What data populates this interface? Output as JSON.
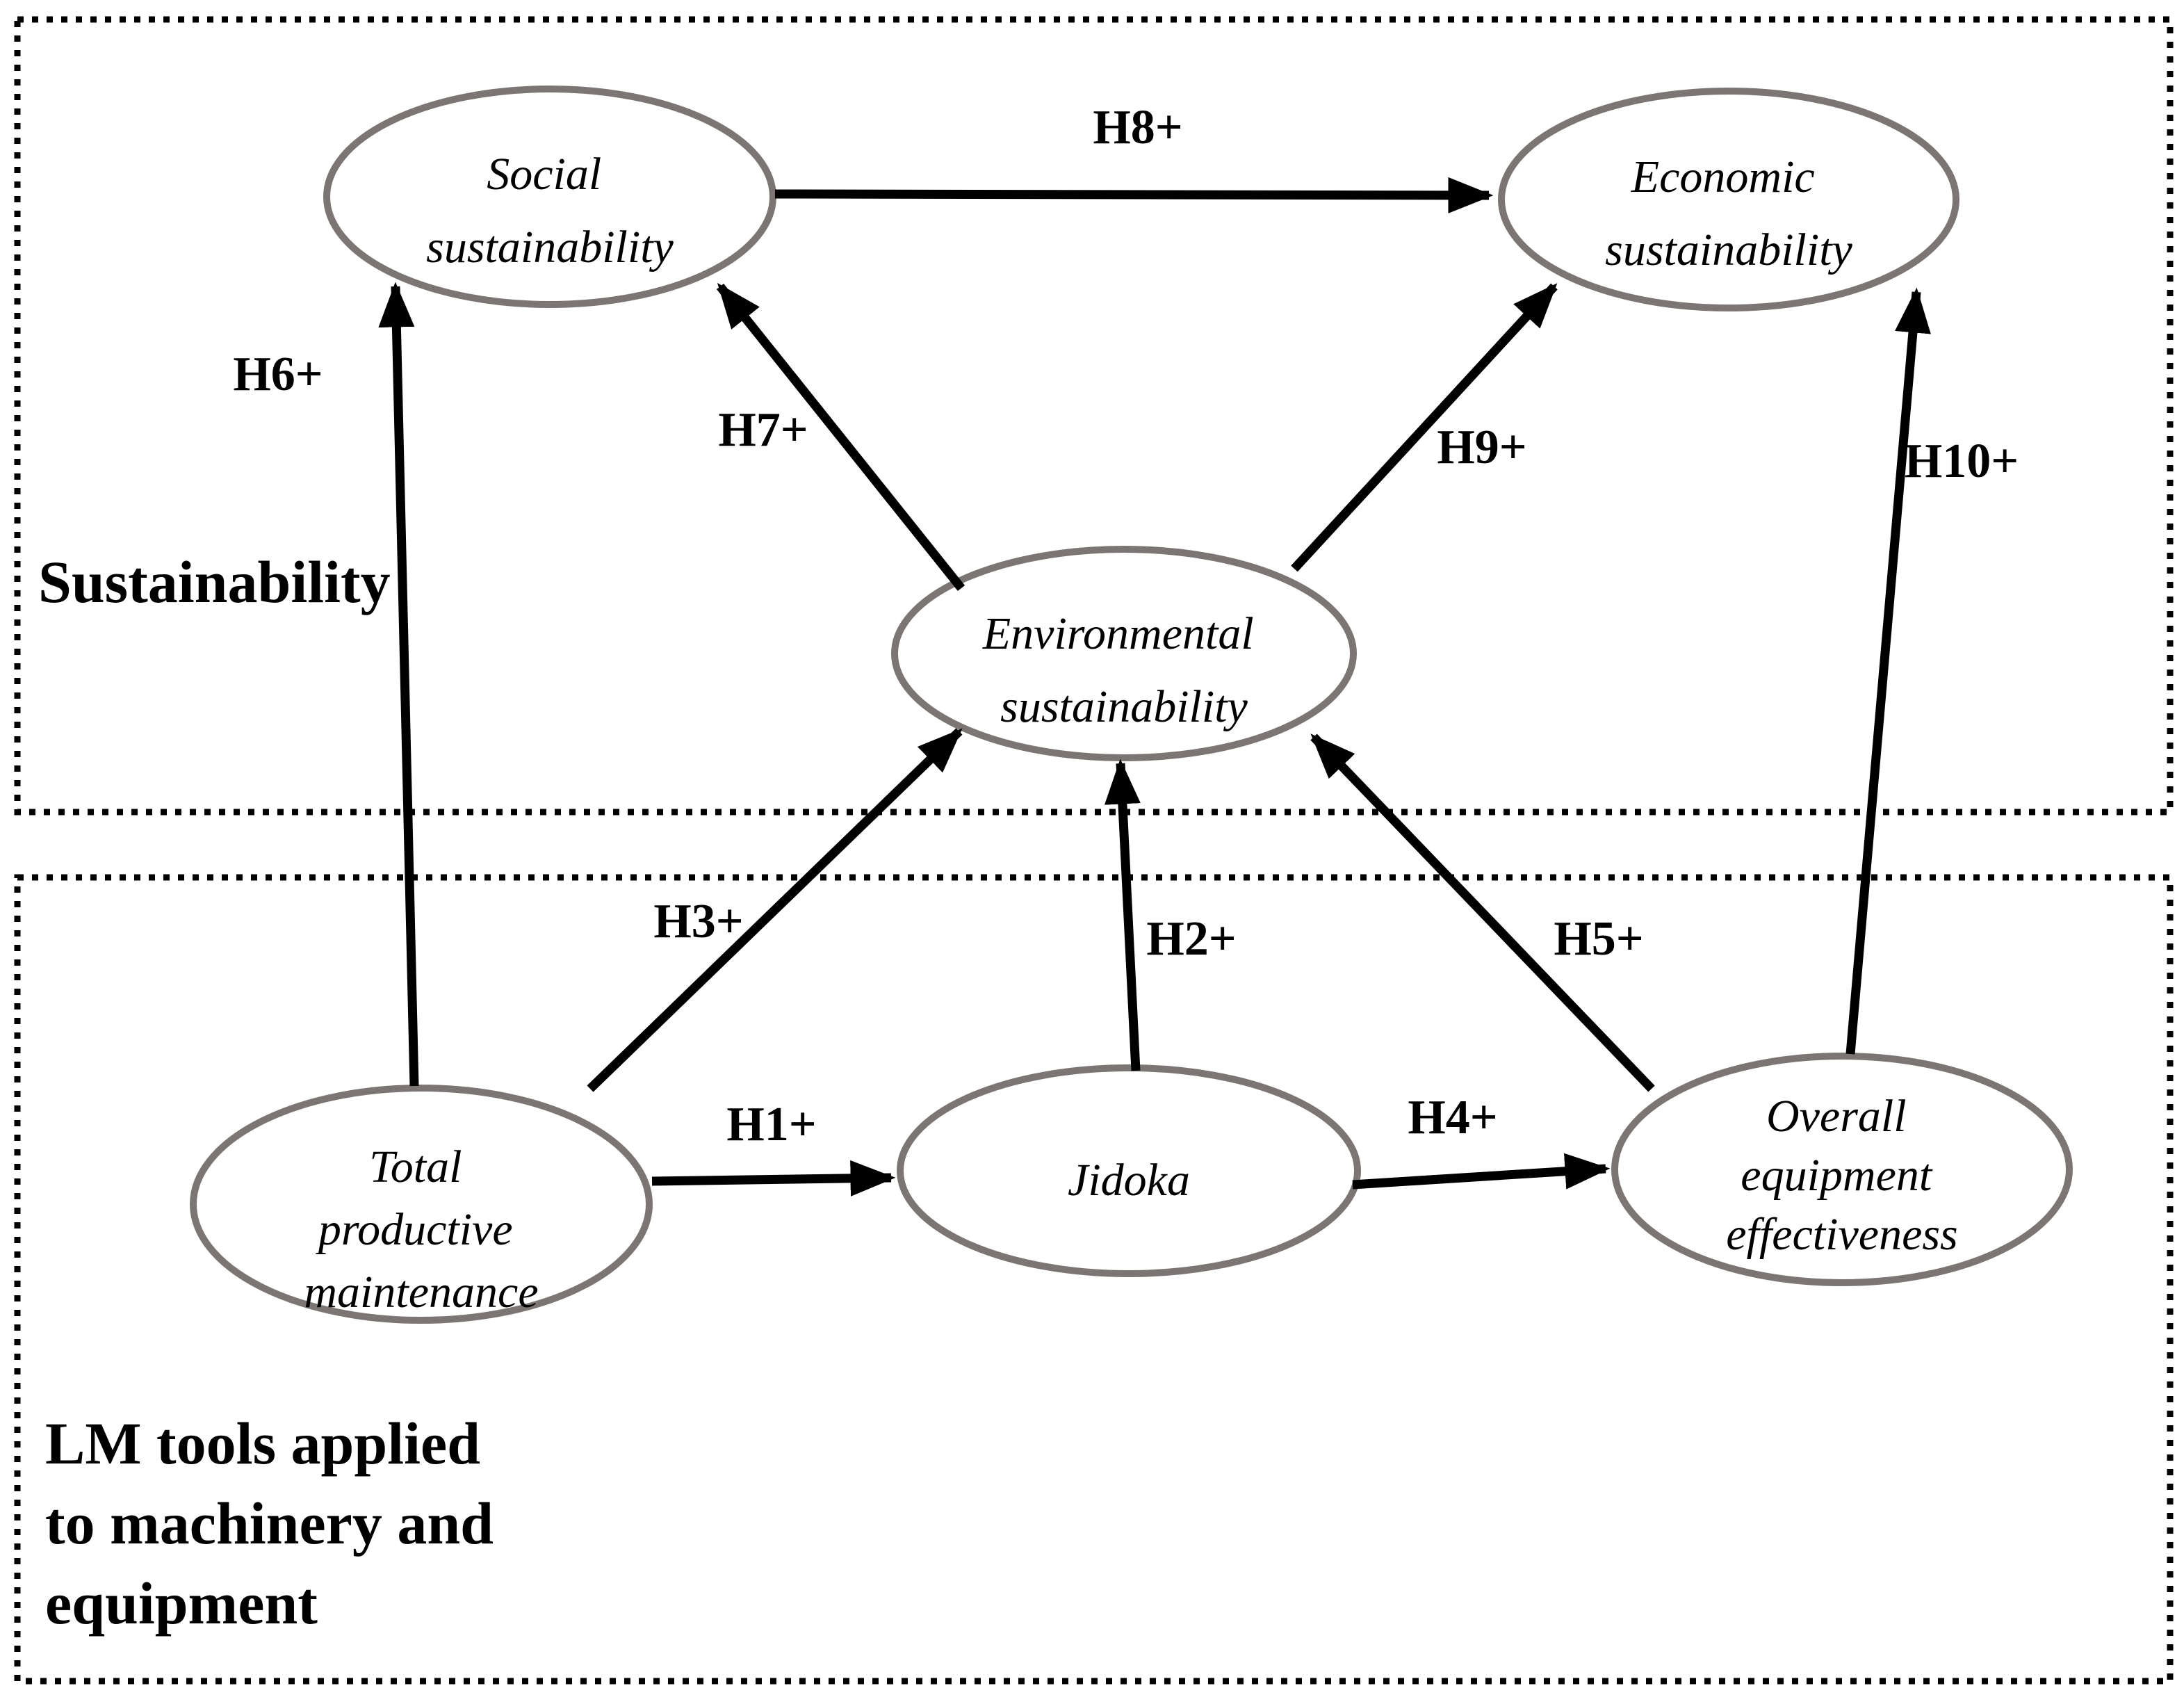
{
  "figure": {
    "background": "#ffffff",
    "colors": {
      "ellipse_stroke": "#7b7674",
      "arrow": "#000000",
      "box_border": "#000000",
      "text": "#000000"
    }
  },
  "groups": {
    "sustainability": {
      "label": "Sustainability"
    },
    "lm_tools": {
      "lines": [
        "LM tools applied",
        "to machinery and",
        "equipment"
      ]
    }
  },
  "nodes": {
    "social": {
      "lines": [
        "Social",
        "sustainability"
      ]
    },
    "economic": {
      "lines": [
        "Economic",
        "sustainability"
      ]
    },
    "environmental": {
      "lines": [
        "Environmental",
        "sustainability"
      ]
    },
    "total_productive_maintenance": {
      "lines": [
        "Total",
        "productive",
        "maintenance"
      ]
    },
    "jidoka": {
      "lines": [
        "Jidoka"
      ]
    },
    "overall_equipment_effectiveness": {
      "lines": [
        "Overall",
        "equipment",
        "effectiveness"
      ]
    }
  },
  "hypotheses": {
    "h1": "H1+",
    "h2": "H2+",
    "h3": "H3+",
    "h4": "H4+",
    "h5": "H5+",
    "h6": "H6+",
    "h7": "H7+",
    "h8": "H8+",
    "h9": "H9+",
    "h10": "H10+"
  },
  "edges": [
    {
      "id": "h1",
      "from": "total_productive_maintenance",
      "to": "jidoka"
    },
    {
      "id": "h2",
      "from": "jidoka",
      "to": "environmental"
    },
    {
      "id": "h3",
      "from": "total_productive_maintenance",
      "to": "environmental"
    },
    {
      "id": "h4",
      "from": "jidoka",
      "to": "overall_equipment_effectiveness"
    },
    {
      "id": "h5",
      "from": "overall_equipment_effectiveness",
      "to": "environmental"
    },
    {
      "id": "h6",
      "from": "total_productive_maintenance",
      "to": "social"
    },
    {
      "id": "h7",
      "from": "environmental",
      "to": "social"
    },
    {
      "id": "h8",
      "from": "social",
      "to": "economic"
    },
    {
      "id": "h9",
      "from": "environmental",
      "to": "economic"
    },
    {
      "id": "h10",
      "from": "overall_equipment_effectiveness",
      "to": "economic"
    }
  ]
}
